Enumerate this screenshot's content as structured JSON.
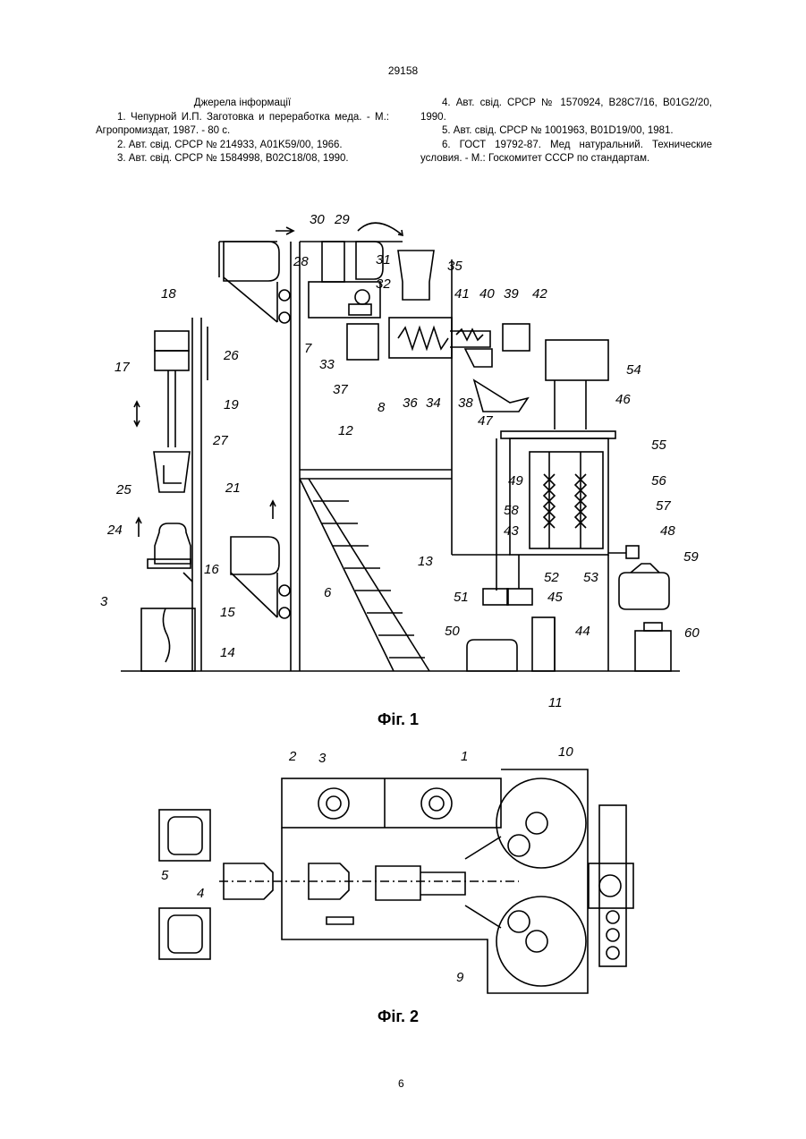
{
  "header": {
    "page_number": "29158"
  },
  "references": {
    "heading": "Джерела інформації",
    "left": [
      "1. Чепурной И.П. Заготовка и переработка меда. - М.: Агропромиздат, 1987. - 80 с.",
      "2. Авт. свід. СРСР № 214933, A01K59/00, 1966.",
      "3. Авт. свід. СРСР № 1584998, B02C18/08, 1990."
    ],
    "right": [
      "4. Авт. свід. СРСР № 1570924, B28C7/16, B01G2/20, 1990.",
      "5. Авт. свід. СРСР № 1001963, B01D19/00, 1981.",
      "6. ГОСТ 19792-87. Мед натуральний. Технические условия. - М.: Госкомитет СССР по стандартам."
    ]
  },
  "figures": {
    "fig1": {
      "caption": "Фіг. 1",
      "labels": [
        "30",
        "29",
        "31",
        "32",
        "28",
        "35",
        "41",
        "40",
        "39",
        "42",
        "18",
        "17",
        "26",
        "7",
        "33",
        "37",
        "8",
        "36",
        "34",
        "38",
        "54",
        "19",
        "27",
        "46",
        "47",
        "12",
        "55",
        "21",
        "49",
        "56",
        "25",
        "58",
        "57",
        "24",
        "43",
        "48",
        "59",
        "3",
        "16",
        "15",
        "52",
        "53",
        "13",
        "6",
        "51",
        "45",
        "50",
        "44",
        "60",
        "14",
        "11"
      ]
    },
    "fig2": {
      "caption": "Фіг. 2",
      "labels": [
        "2",
        "3",
        "1",
        "10",
        "5",
        "4",
        "9"
      ]
    }
  },
  "footer": {
    "page_number": "6"
  }
}
